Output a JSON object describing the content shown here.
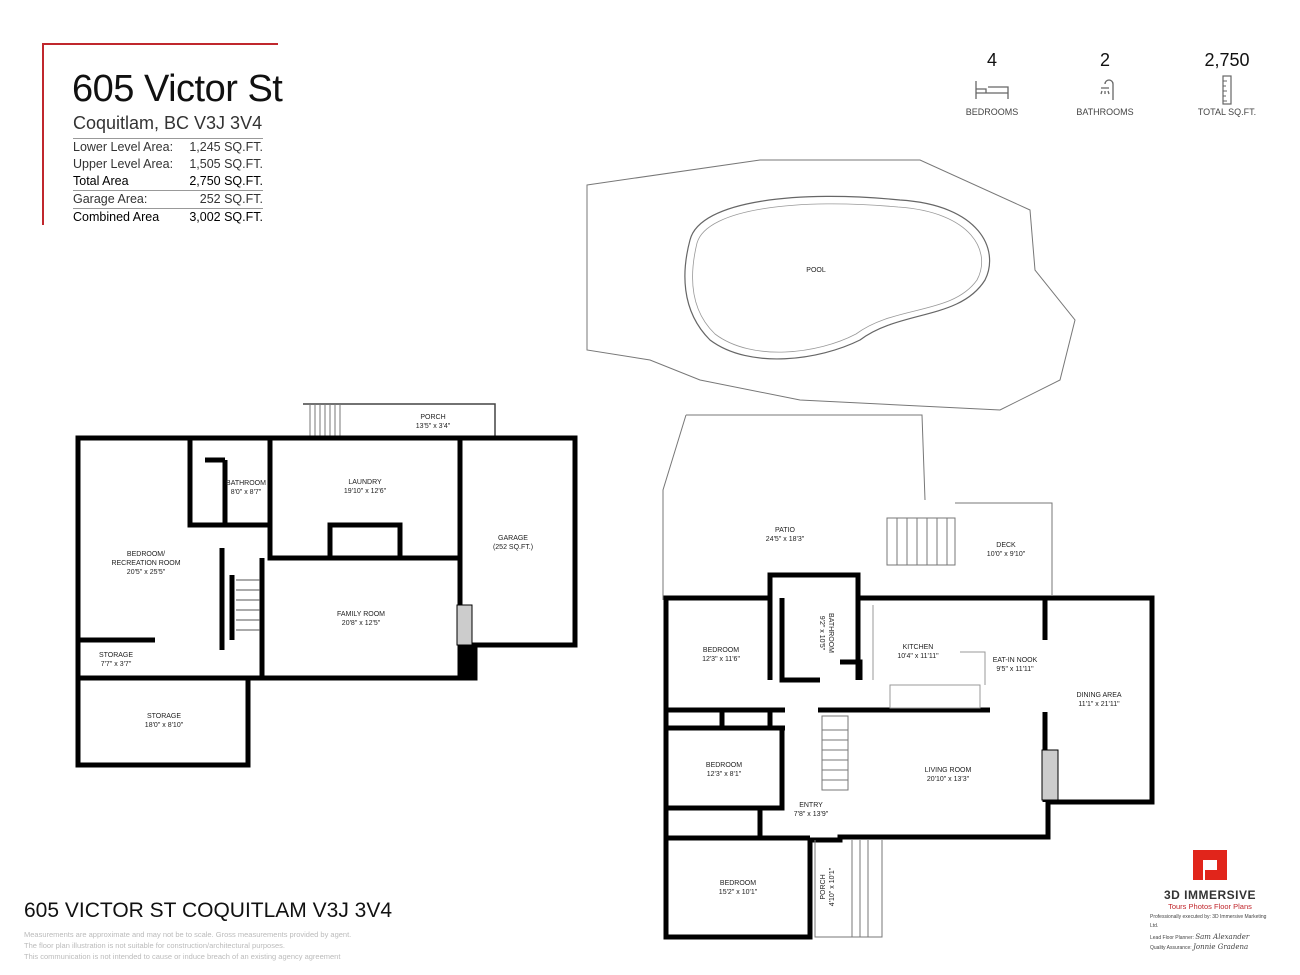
{
  "header": {
    "title": "605 Victor St",
    "subtitle": "Coquitlam, BC V3J 3V4",
    "areas": [
      {
        "label": "Lower Level Area:",
        "value": "1,245 SQ.FT."
      },
      {
        "label": "Upper Level Area:",
        "value": "1,505 SQ.FT."
      },
      {
        "label": "Total Area",
        "value": "2,750 SQ.FT."
      },
      {
        "label": "Garage Area:",
        "value": "252 SQ.FT."
      },
      {
        "label": "Combined Area",
        "value": "3,002 SQ.FT."
      }
    ],
    "accent_color": "#c0272d"
  },
  "stats": [
    {
      "value": "4",
      "label": "BEDROOMS",
      "icon": "bed-icon"
    },
    {
      "value": "2",
      "label": "BATHROOMS",
      "icon": "shower-icon"
    },
    {
      "value": "2,750",
      "label": "TOTAL SQ.FT.",
      "icon": "ruler-icon"
    }
  ],
  "lower_level": {
    "porch": {
      "name": "PORCH",
      "dims": "13'5\" x 3'4\""
    },
    "bathroom": {
      "name": "BATHROOM",
      "dims": "8'0\" x 8'7\""
    },
    "laundry": {
      "name": "LAUNDRY",
      "dims": "19'10\" x 12'6\""
    },
    "garage": {
      "name": "GARAGE",
      "dims": "(252 SQ.FT.)"
    },
    "bedroom": {
      "name": "BEDROOM/",
      "name2": "RECREATION ROOM",
      "dims": "20'5\" x 25'5\""
    },
    "family": {
      "name": "FAMILY ROOM",
      "dims": "20'8\" x 12'5\""
    },
    "storage1": {
      "name": "STORAGE",
      "dims": "7'7\" x 3'7\""
    },
    "storage2": {
      "name": "STORAGE",
      "dims": "18'0\" x 8'10\""
    }
  },
  "upper_level": {
    "pool": {
      "name": "POOL"
    },
    "patio": {
      "name": "PATIO",
      "dims": "24'5\" x 18'3\""
    },
    "deck": {
      "name": "DECK",
      "dims": "10'0\" x 9'10\""
    },
    "bathroom": {
      "name": "BATHROOM",
      "dims": "9'2\" x 10'5\""
    },
    "bedroom1": {
      "name": "BEDROOM",
      "dims": "12'3\" x 11'6\""
    },
    "kitchen": {
      "name": "KITCHEN",
      "dims": "10'4\" x 11'11\""
    },
    "nook": {
      "name": "EAT-IN NOOK",
      "dims": "9'5\" x 11'11\""
    },
    "dining": {
      "name": "DINING AREA",
      "dims": "11'1\" x 21'11\""
    },
    "bedroom2": {
      "name": "BEDROOM",
      "dims": "12'3\" x 8'1\""
    },
    "living": {
      "name": "LIVING ROOM",
      "dims": "20'10\" x 13'3\""
    },
    "entry": {
      "name": "ENTRY",
      "dims": "7'8\" x 13'9\""
    },
    "bedroom3": {
      "name": "BEDROOM",
      "dims": "15'2\" x 10'1\""
    },
    "porch": {
      "name": "PORCH",
      "dims": "4'10\" x 10'1\""
    }
  },
  "footer": {
    "address": "605 VICTOR ST COQUITLAM V3J 3V4",
    "disclaimer": [
      "Measurements are approximate and may not be to scale. Gross measurements provided by agent.",
      "The floor plan illustration is not suitable for construction/architectural purposes.",
      "This communication is not intended to cause or induce breach of an existing agency agreement"
    ]
  },
  "logo": {
    "brand": "3D IMMERSIVE",
    "tagline": "Tours  Photos  Floor Plans",
    "credit": "Professionally executed by: 3D Immersive Marketing Ltd.",
    "lead_label": "Lead Floor Planner:",
    "lead_name": "Sam Alexander",
    "qa_label": "Quality Assurance:",
    "qa_name": "Jonnie Gradena",
    "color": "#e1251b"
  }
}
